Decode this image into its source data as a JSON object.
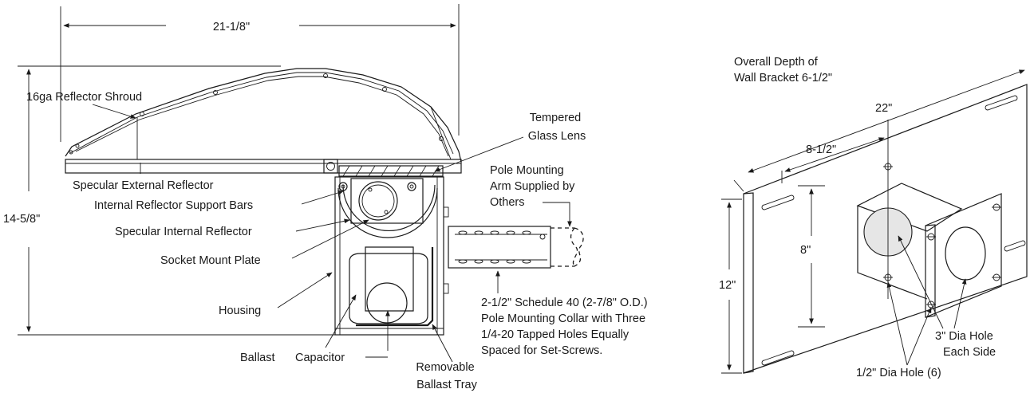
{
  "fixture_dimensions": {
    "width": "21-1/8\"",
    "height": "14-5/8\""
  },
  "fixture_labels": {
    "reflector_shroud": "16ga Reflector Shroud",
    "glass_lens": [
      "Tempered",
      "Glass Lens"
    ],
    "external_reflector": "Specular External Reflector",
    "support_bars": "Internal Reflector Support Bars",
    "internal_reflector": "Specular Internal Reflector",
    "socket_plate": "Socket Mount Plate",
    "housing": "Housing",
    "ballast": "Ballast",
    "capacitor": "Capacitor",
    "ballast_tray": [
      "Removable",
      "Ballast Tray"
    ],
    "pole_arm": [
      "Pole Mounting",
      "Arm Supplied by",
      "Others"
    ],
    "collar": [
      "2-1/2\" Schedule 40 (2-7/8\" O.D.)",
      "Pole Mounting Collar with Three",
      "1/4-20 Tapped Holes Equally",
      "Spaced for Set-Screws."
    ]
  },
  "bracket_labels": {
    "overall_depth": [
      "Overall Depth of",
      "Wall Bracket 6-1/2\""
    ],
    "length": "22\"",
    "offset": "8-1/2\"",
    "hole_spacing": "8\"",
    "height": "12\"",
    "big_hole": [
      "3\" Dia Hole",
      "Each Side"
    ],
    "small_hole": "1/2\" Dia Hole (6)"
  }
}
